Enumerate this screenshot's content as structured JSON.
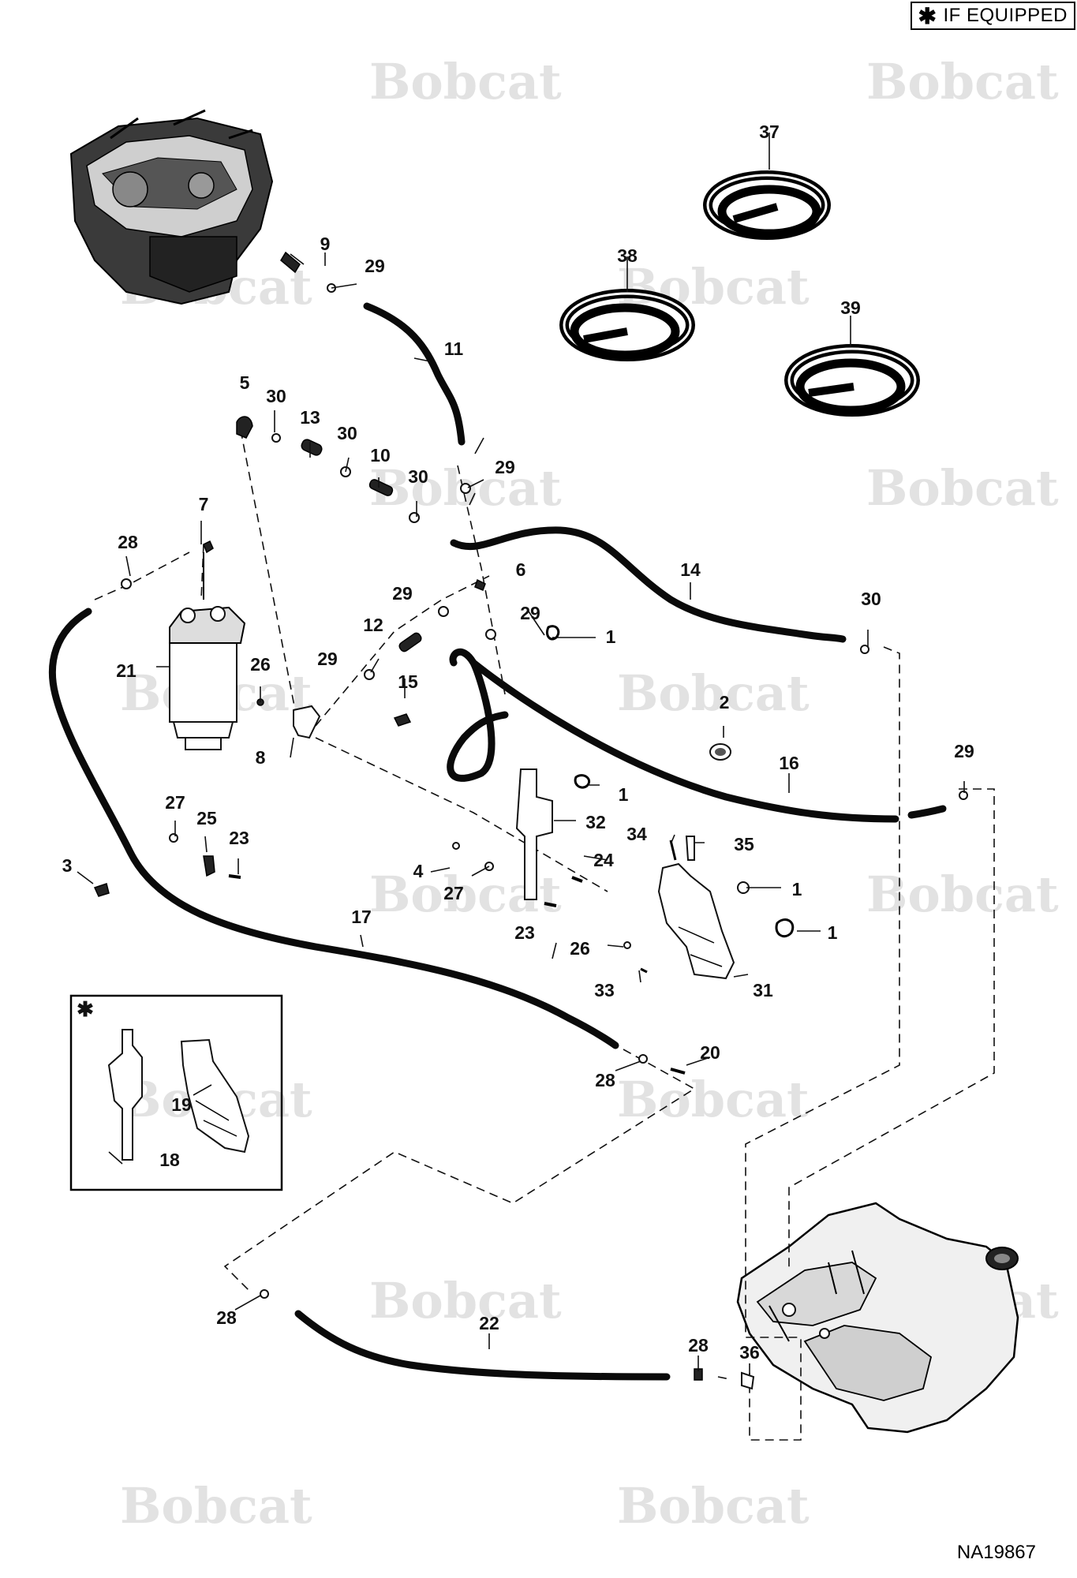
{
  "header": {
    "if_equipped_symbol": "✱",
    "if_equipped_text": "IF EQUIPPED"
  },
  "figure_code": "NA19867",
  "watermark": {
    "text": "Bobcat",
    "color": "#e2e2e2"
  },
  "inset": {
    "symbol": "✱"
  },
  "callouts": {
    "c1a": "1",
    "c1b": "1",
    "c1c": "1",
    "c1d": "1",
    "c2": "2",
    "c3": "3",
    "c4": "4",
    "c5": "5",
    "c6": "6",
    "c7": "7",
    "c8": "8",
    "c9": "9",
    "c10": "10",
    "c11": "11",
    "c12": "12",
    "c13": "13",
    "c14": "14",
    "c15": "15",
    "c16": "16",
    "c17": "17",
    "c18": "18",
    "c19": "19",
    "c20": "20",
    "c21": "21",
    "c22": "22",
    "c23a": "23",
    "c23b": "23",
    "c24": "24",
    "c25": "25",
    "c26a": "26",
    "c26b": "26",
    "c27a": "27",
    "c27b": "27",
    "c28a": "28",
    "c28b": "28",
    "c28c": "28",
    "c28d": "28",
    "c29a": "29",
    "c29b": "29",
    "c29c": "29",
    "c29d": "29",
    "c29e": "29",
    "c29f": "29",
    "c30a": "30",
    "c30b": "30",
    "c30c": "30",
    "c30d": "30",
    "c31": "31",
    "c32": "32",
    "c33": "33",
    "c34": "34",
    "c35": "35",
    "c36": "36",
    "c37": "37",
    "c38": "38",
    "c39": "39"
  }
}
